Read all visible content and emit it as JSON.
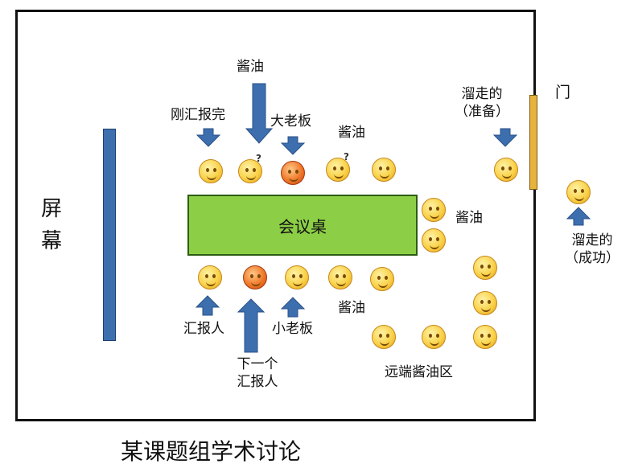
{
  "title": "某课题组学术讨论",
  "labels": {
    "screen": [
      "屏",
      "幕"
    ],
    "table": "会议桌",
    "door": "门",
    "soy_top": "酱油",
    "soy_upper_right": "酱油",
    "soy_right": "酱油",
    "soy_bottom": "酱油",
    "just_reported": "刚汇报完",
    "big_boss": "大老板",
    "sneaking_ready": [
      "溜走的",
      "（准备）"
    ],
    "sneaking_success": [
      "溜走的",
      "（成功）"
    ],
    "reporter": "汇报人",
    "small_boss": "小老板",
    "next_reporter": [
      "下一个",
      "汇报人"
    ],
    "far_soy_zone": "远端酱油区"
  },
  "colors": {
    "arrow": "#3d6fae",
    "table": "#8ccf46",
    "door": "#e8b33c"
  }
}
